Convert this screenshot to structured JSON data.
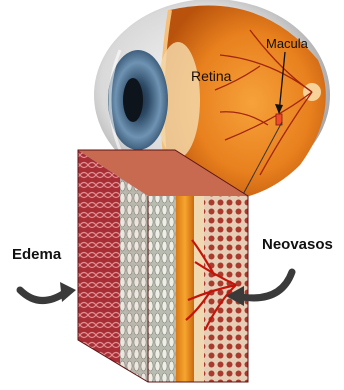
{
  "labels": {
    "retina": "Retina",
    "macula": "Macula",
    "edema": "Edema",
    "neovessels": "Neovasos"
  }
}
